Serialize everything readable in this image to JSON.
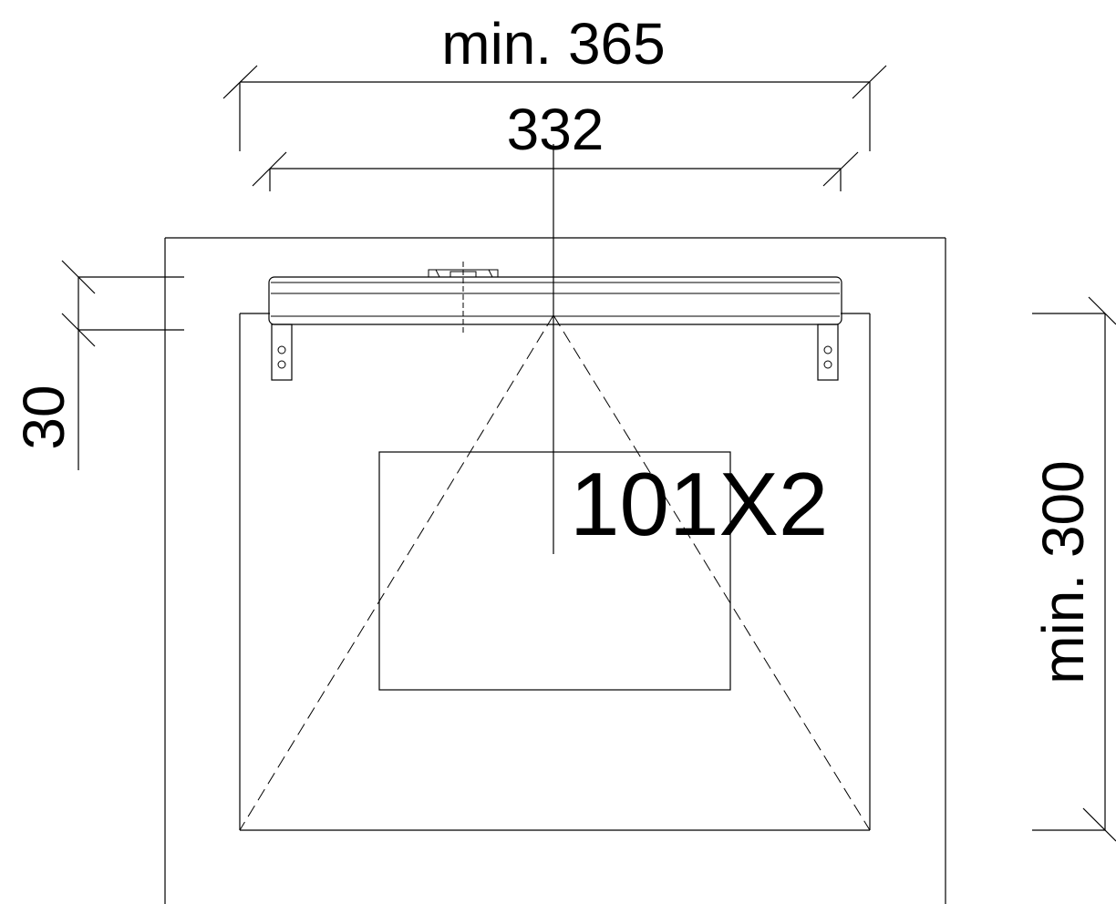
{
  "drawing": {
    "dimensions": {
      "overall_width": "min. 365",
      "fixture_width": "332",
      "fixture_height": "30",
      "mounting_height": "min. 300"
    },
    "center_label": "101X2",
    "line_color": "#000000",
    "background_color": "#ffffff"
  }
}
